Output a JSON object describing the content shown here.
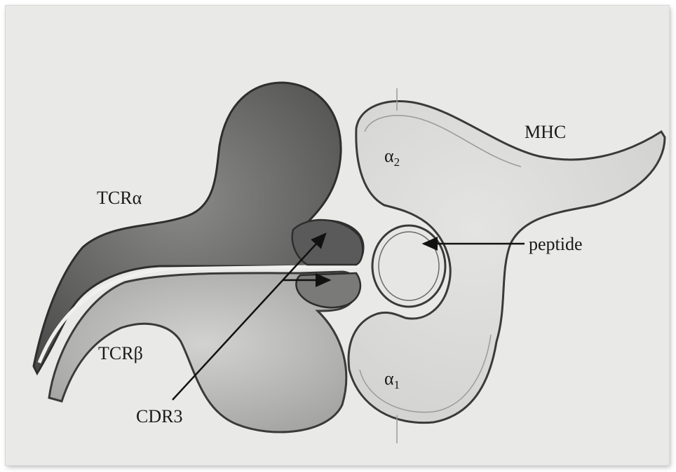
{
  "diagram": {
    "labels": {
      "tcr_alpha": "TCRα",
      "tcr_beta": "TCRβ",
      "mhc": "MHC",
      "alpha2": {
        "base": "α",
        "sub": "2"
      },
      "alpha1": {
        "base": "α",
        "sub": "1"
      },
      "peptide": "peptide",
      "cdr3": "CDR3"
    },
    "colors": {
      "paper": "#e9e9e7",
      "pencil_dark": "#3a3a3a",
      "tcr_alpha_shade": "#6a6a6a",
      "tcr_beta_shade": "#b8b8b6"
    }
  }
}
